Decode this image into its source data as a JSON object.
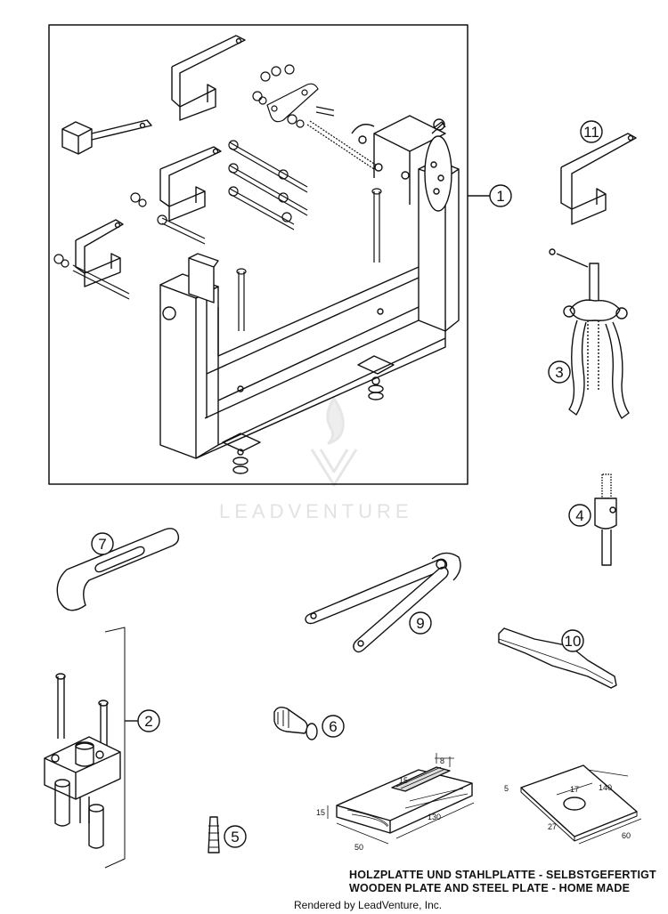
{
  "callouts": [
    "1",
    "11",
    "3",
    "4",
    "7",
    "9",
    "10",
    "2",
    "6",
    "5"
  ],
  "dimensions": {
    "wood_8": "8",
    "wood_15_top": "15",
    "wood_15_side": "15",
    "wood_130": "130",
    "wood_50": "50",
    "steel_5": "5",
    "steel_17": "17",
    "steel_140": "140",
    "steel_27": "27",
    "steel_60": "60"
  },
  "caption": {
    "line_de": "HOLZPLATTE UND STAHLPLATTE - SELBSTGEFERTIGT",
    "line_en": "WOODEN PLATE AND STEEL PLATE - HOME MADE"
  },
  "footer": "Rendered by LeadVenture, Inc.",
  "watermark": "LEADVENTURE"
}
